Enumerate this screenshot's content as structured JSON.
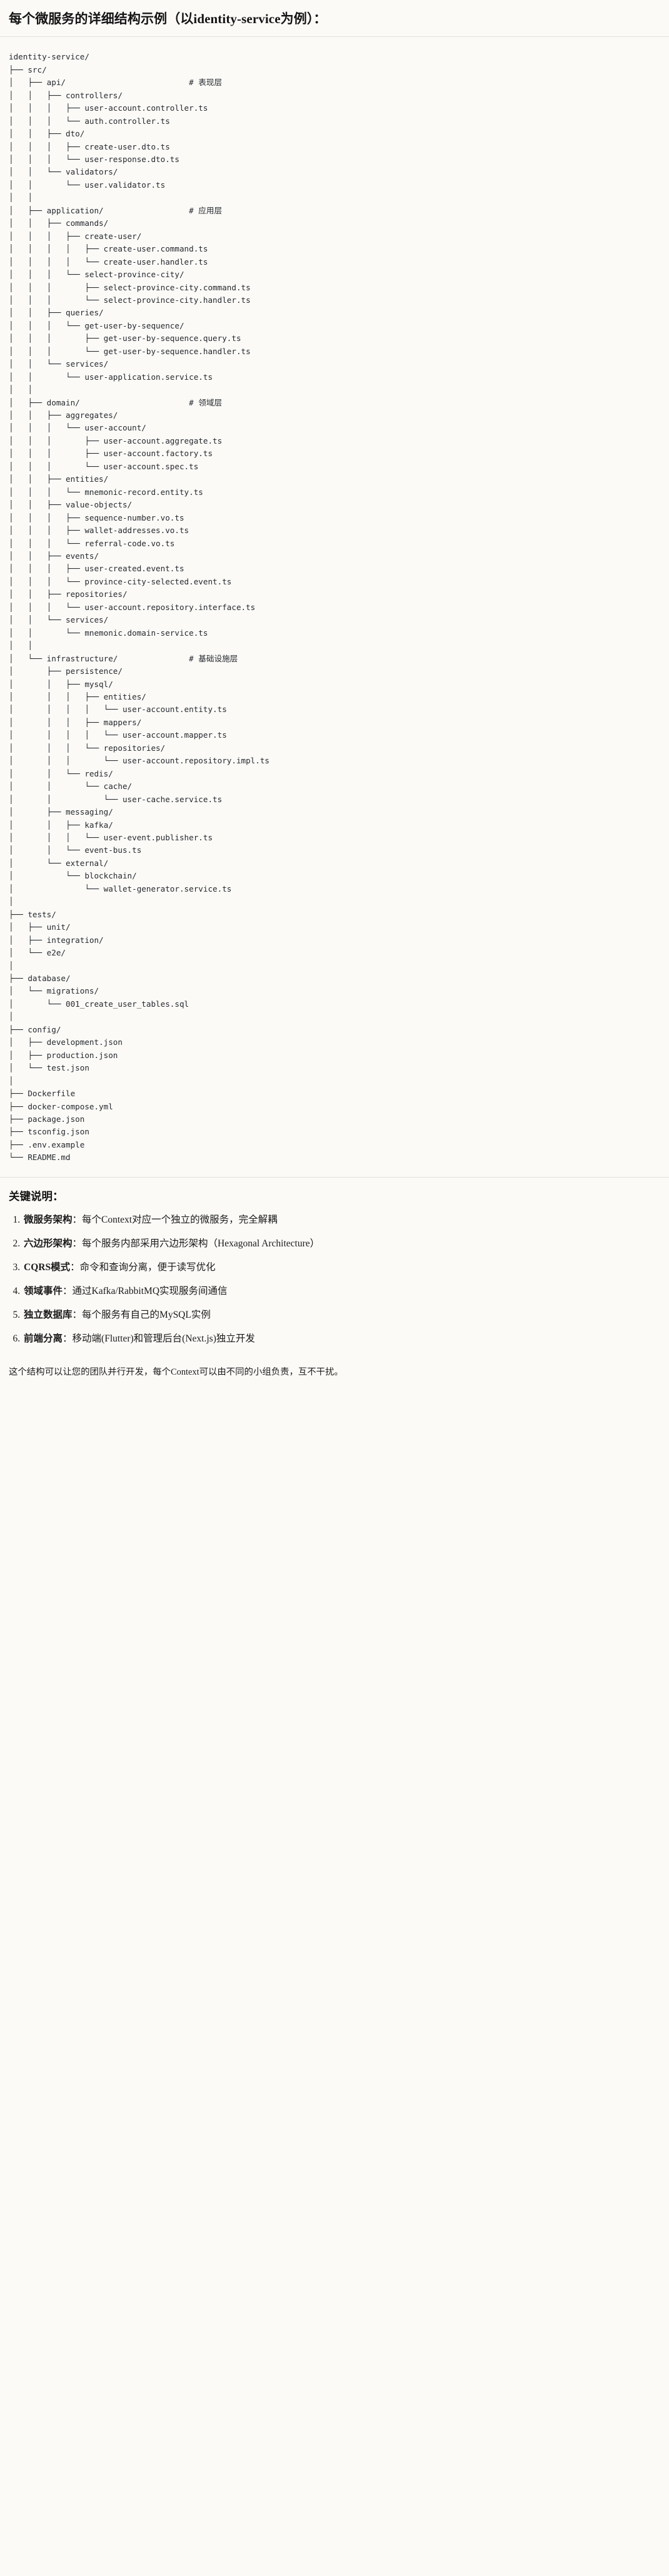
{
  "document": {
    "title": "每个微服务的详细结构示例（以identity-service为例）："
  },
  "tree": {
    "root_label": "identity-service/",
    "text": "identity-service/\n├── src/\n│   ├── api/                          # 表现层\n│   │   ├── controllers/\n│   │   │   ├── user-account.controller.ts\n│   │   │   └── auth.controller.ts\n│   │   ├── dto/\n│   │   │   ├── create-user.dto.ts\n│   │   │   └── user-response.dto.ts\n│   │   └── validators/\n│   │       └── user.validator.ts\n│   │\n│   ├── application/                  # 应用层\n│   │   ├── commands/\n│   │   │   ├── create-user/\n│   │   │   │   ├── create-user.command.ts\n│   │   │   │   └── create-user.handler.ts\n│   │   │   └── select-province-city/\n│   │   │       ├── select-province-city.command.ts\n│   │   │       └── select-province-city.handler.ts\n│   │   ├── queries/\n│   │   │   └── get-user-by-sequence/\n│   │   │       ├── get-user-by-sequence.query.ts\n│   │   │       └── get-user-by-sequence.handler.ts\n│   │   └── services/\n│   │       └── user-application.service.ts\n│   │\n│   ├── domain/                       # 领域层\n│   │   ├── aggregates/\n│   │   │   └── user-account/\n│   │   │       ├── user-account.aggregate.ts\n│   │   │       ├── user-account.factory.ts\n│   │   │       └── user-account.spec.ts\n│   │   ├── entities/\n│   │   │   └── mnemonic-record.entity.ts\n│   │   ├── value-objects/\n│   │   │   ├── sequence-number.vo.ts\n│   │   │   ├── wallet-addresses.vo.ts\n│   │   │   └── referral-code.vo.ts\n│   │   ├── events/\n│   │   │   ├── user-created.event.ts\n│   │   │   └── province-city-selected.event.ts\n│   │   ├── repositories/\n│   │   │   └── user-account.repository.interface.ts\n│   │   └── services/\n│   │       └── mnemonic.domain-service.ts\n│   │\n│   └── infrastructure/               # 基础设施层\n│       ├── persistence/\n│       │   ├── mysql/\n│       │   │   ├── entities/\n│       │   │   │   └── user-account.entity.ts\n│       │   │   ├── mappers/\n│       │   │   │   └── user-account.mapper.ts\n│       │   │   └── repositories/\n│       │   │       └── user-account.repository.impl.ts\n│       │   └── redis/\n│       │       └── cache/\n│       │           └── user-cache.service.ts\n│       ├── messaging/\n│       │   ├── kafka/\n│       │   │   └── user-event.publisher.ts\n│       │   └── event-bus.ts\n│       └── external/\n│           └── blockchain/\n│               └── wallet-generator.service.ts\n│\n├── tests/\n│   ├── unit/\n│   ├── integration/\n│   └── e2e/\n│\n├── database/\n│   └── migrations/\n│       └── 001_create_user_tables.sql\n│\n├── config/\n│   ├── development.json\n│   ├── production.json\n│   └── test.json\n│\n├── Dockerfile\n├── docker-compose.yml\n├── package.json\n├── tsconfig.json\n├── .env.example\n└── README.md",
    "layer_comments": [
      "# 表现层",
      "# 应用层",
      "# 领域层",
      "# 基础设施层"
    ]
  },
  "notes": {
    "heading": "关键说明：",
    "items": [
      {
        "term": "微服务架构",
        "sep": "：",
        "desc": "每个Context对应一个独立的微服务，完全解耦"
      },
      {
        "term": "六边形架构",
        "sep": "：",
        "desc": "每个服务内部采用六边形架构（Hexagonal Architecture）"
      },
      {
        "term": "CQRS模式",
        "sep": "：",
        "desc": "命令和查询分离，便于读写优化"
      },
      {
        "term": "领域事件",
        "sep": "：",
        "desc": "通过Kafka/RabbitMQ实现服务间通信"
      },
      {
        "term": "独立数据库",
        "sep": "：",
        "desc": "每个服务有自己的MySQL实例"
      },
      {
        "term": "前端分离",
        "sep": "：",
        "desc": "移动端(Flutter)和管理后台(Next.js)独立开发"
      }
    ]
  },
  "closing": {
    "text": "这个结构可以让您的团队并行开发，每个Context可以由不同的小组负责，互不干扰。"
  },
  "colors": {
    "background": "#fbfaf7",
    "text": "#1a1a1a",
    "code_text": "#26292e",
    "divider": "#e3e1dc"
  }
}
